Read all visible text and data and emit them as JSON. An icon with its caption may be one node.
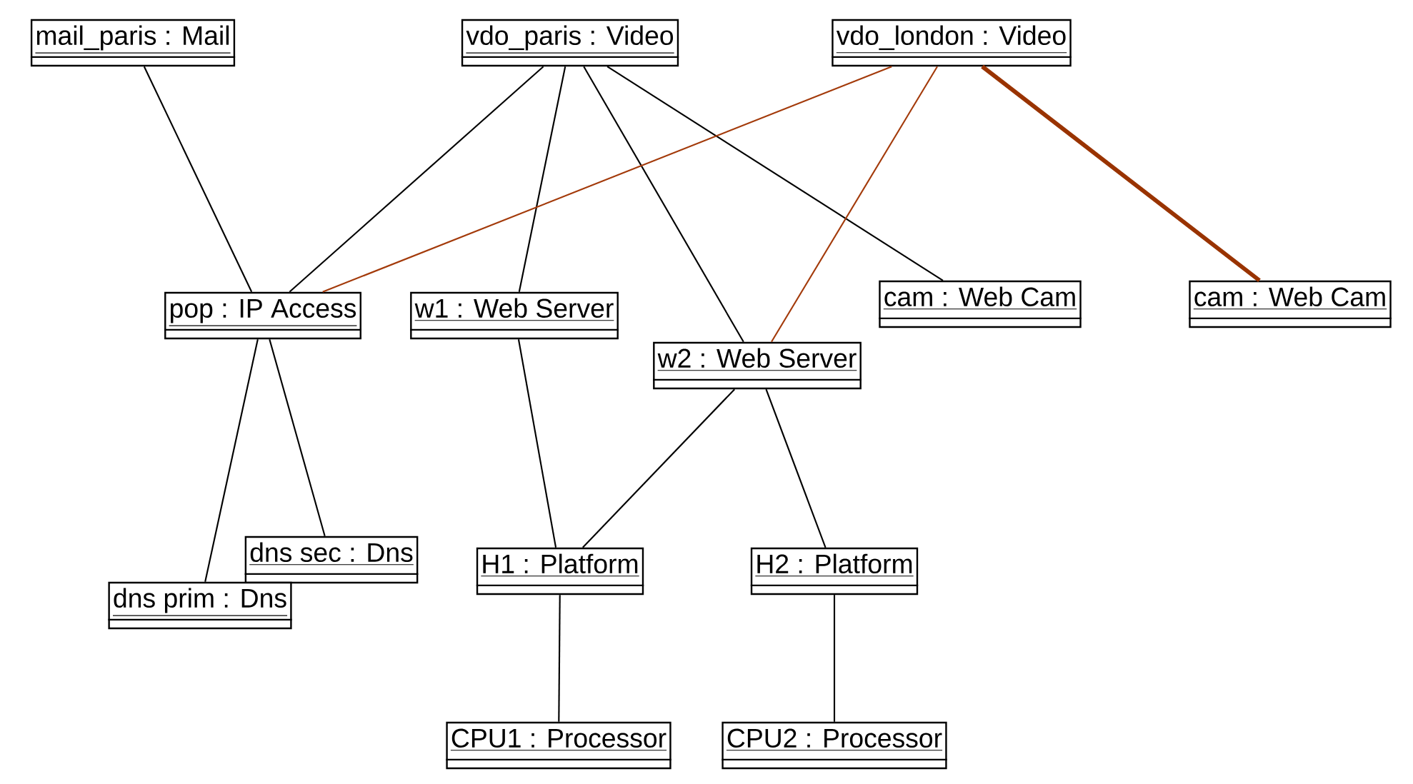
{
  "diagram": {
    "nodes": [
      {
        "text": [
          "mail_paris : Mail"
        ]
      },
      {
        "text": [
          "vdo_paris : Video"
        ]
      },
      {
        "text": [
          "vdo_london : Video"
        ]
      },
      {
        "text": [
          "pop : IP Access"
        ]
      },
      {
        "text": [
          "w1 : Web Server"
        ]
      },
      {
        "text": [
          "w2 : Web Server"
        ]
      },
      {
        "text": [
          "cam : Web Cam"
        ]
      },
      {
        "text": [
          "cam : Web Cam"
        ]
      },
      {
        "text": [
          "dns sec : Dns"
        ]
      },
      {
        "text": [
          "dns prim : Dns"
        ]
      },
      {
        "text": [
          "H1 : Platform"
        ]
      },
      {
        "text": [
          "H2 : Platform"
        ]
      },
      {
        "text": [
          "CPU1 : Processor"
        ]
      },
      {
        "text": [
          "CPU2 : Processor"
        ]
      }
    ],
    "edges": [
      {
        "from": 0,
        "to": 3,
        "arrow": "none"
      },
      {
        "from": 1,
        "to": 3,
        "arrow": "none"
      },
      {
        "from": 1,
        "to": 4,
        "arrow": "none"
      },
      {
        "from": 1,
        "to": 5,
        "arrow": "none"
      },
      {
        "from": 1,
        "to": 6,
        "arrow": "none"
      },
      {
        "from": 2,
        "to": 3,
        "arrow": "none",
        "color": "#a33a0a"
      },
      {
        "from": 2,
        "to": 5,
        "arrow": "none",
        "color": "#a33a0a"
      },
      {
        "from": 2,
        "to": 7,
        "arrow": "none",
        "style": "thick",
        "color": "#993300"
      },
      {
        "from": 3,
        "to": 8,
        "arrow": "none"
      },
      {
        "from": 3,
        "to": 9,
        "arrow": "none"
      },
      {
        "from": 4,
        "to": 10,
        "arrow": "none"
      },
      {
        "from": 5,
        "to": 10,
        "arrow": "none"
      },
      {
        "from": 5,
        "to": 11,
        "arrow": "none"
      },
      {
        "from": 10,
        "to": 12,
        "arrow": "none"
      },
      {
        "from": 11,
        "to": 13,
        "arrow": "none"
      }
    ]
  }
}
